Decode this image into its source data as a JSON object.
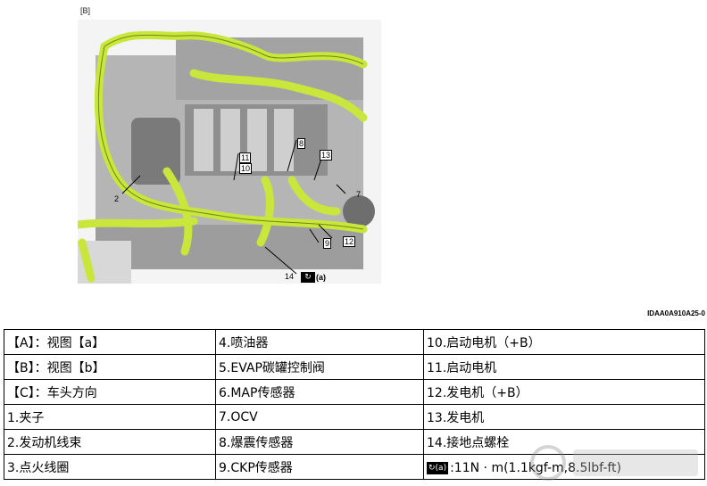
{
  "figure": {
    "tag": "[B]",
    "image_id": "IDAA0A910A25-0",
    "callouts": [
      "2",
      "7",
      "8",
      "9",
      "10",
      "11",
      "12",
      "13",
      "14"
    ],
    "torque_label": "(a)",
    "colors": {
      "harness": "#c8e63c",
      "harness_dark": "#6f8a10",
      "engine": "#9a9a9a"
    }
  },
  "legend": {
    "rows": [
      [
        "【A】：视图【a】",
        "4.喷油器",
        "10.启动电机（+B）"
      ],
      [
        "【B】：视图【b】",
        "5.EVAP碳罐控制阀",
        "11.启动电机"
      ],
      [
        "【C】：车头方向",
        "6.MAP传感器",
        "12.发电机（+B）"
      ],
      [
        "1.夹子",
        "7.OCV",
        "13.发电机"
      ],
      [
        "2.发动机线束",
        "8.爆震传感器",
        "14.接地点螺栓"
      ],
      [
        "3.点火线圈",
        "9.CKP传感器",
        ""
      ]
    ],
    "torque": {
      "icon_label": "(a)",
      "value": ":11N · m(1.1kgf-m,8.5lbf-ft)"
    }
  }
}
